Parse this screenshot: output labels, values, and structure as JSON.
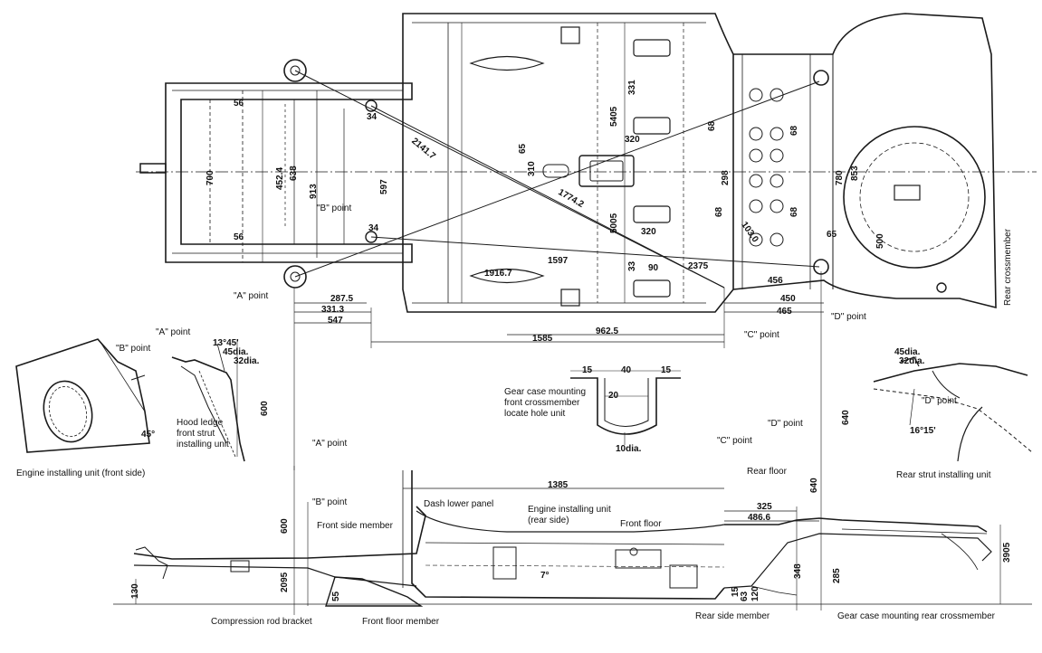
{
  "labels": {
    "a_point_top": "\"A\" point",
    "b_point_top": "\"B\" point",
    "c_point_top": "\"C\" point",
    "d_point_top": "\"D\" point",
    "a_point_detail": "\"A\" point",
    "b_point_detail": "\"B\" point",
    "d_point_detail": "\"D\" point",
    "hood_ledge": "Hood ledge\nfront strut\ninstalling unit",
    "engine_front": "Engine installing unit (front side)",
    "gear_case_front": "Gear case mounting\nfront crossmember\nlocate hole unit",
    "rear_strut": "Rear strut installing unit",
    "rear_crossmember": "Rear crossmember",
    "a_point_side": "\"A\" point",
    "b_point_side": "\"B\" point",
    "c_point_side": "\"C\" point",
    "d_point_side": "\"D\" point",
    "rear_floor": "Rear floor",
    "dash_lower_panel": "Dash lower panel",
    "front_side_member": "Front side member",
    "engine_rear": "Engine installing unit\n(rear side)",
    "front_floor": "Front floor",
    "compression_rod": "Compression rod bracket",
    "front_floor_member": "Front floor member",
    "rear_side_member": "Rear side member",
    "gear_case_rear": "Gear case mounting rear crossmember"
  },
  "dimensions": {
    "d700": "700",
    "d56a": "56",
    "d56b": "56",
    "d4524": "452.4",
    "d638": "638",
    "d913": "913",
    "d597": "597",
    "d34a": "34",
    "d34b": "34",
    "d2141": "2141.7",
    "d1774": "1774.2",
    "d1916": "1916.7",
    "d1597": "1597",
    "d2375": "2375",
    "d5405": "5405",
    "d331a": "331",
    "d320a": "320",
    "d310": "310",
    "d65": "65",
    "d5005": "5005",
    "d320b": "320",
    "d33": "33",
    "d90": "90",
    "d68a": "68",
    "d298": "298",
    "d68b": "68",
    "d1030": "103.0",
    "d68c": "68",
    "d68d": "68",
    "d780": "780",
    "d853": "853",
    "d500": "500",
    "d65b": "65",
    "d456": "456",
    "d450": "450",
    "d465": "465",
    "d2875": "287.5",
    "d3313": "331.3",
    "d547": "547",
    "d1585": "1585",
    "d9625": "962.5",
    "d1345": "13°45'",
    "d45dia": "45dia.",
    "d32dia": "32dia.",
    "d600a": "600",
    "d45deg": "45°",
    "d15a": "15",
    "d40": "40",
    "d15b": "15",
    "d20": "20",
    "d10dia": "10dia.",
    "d640a": "640",
    "d45dia2": "45dia.",
    "d32dia2": "32dia.",
    "d1615": "16°15'",
    "d1385": "1385",
    "d325": "325",
    "d4866": "486.6",
    "d640b": "640",
    "d600b": "600",
    "d2095": "2095",
    "d130": "130",
    "d55": "55",
    "d7": "7°",
    "d348": "348",
    "d285": "285",
    "d3905": "3905",
    "d120": "120",
    "d15c": "15",
    "d63": "63"
  }
}
